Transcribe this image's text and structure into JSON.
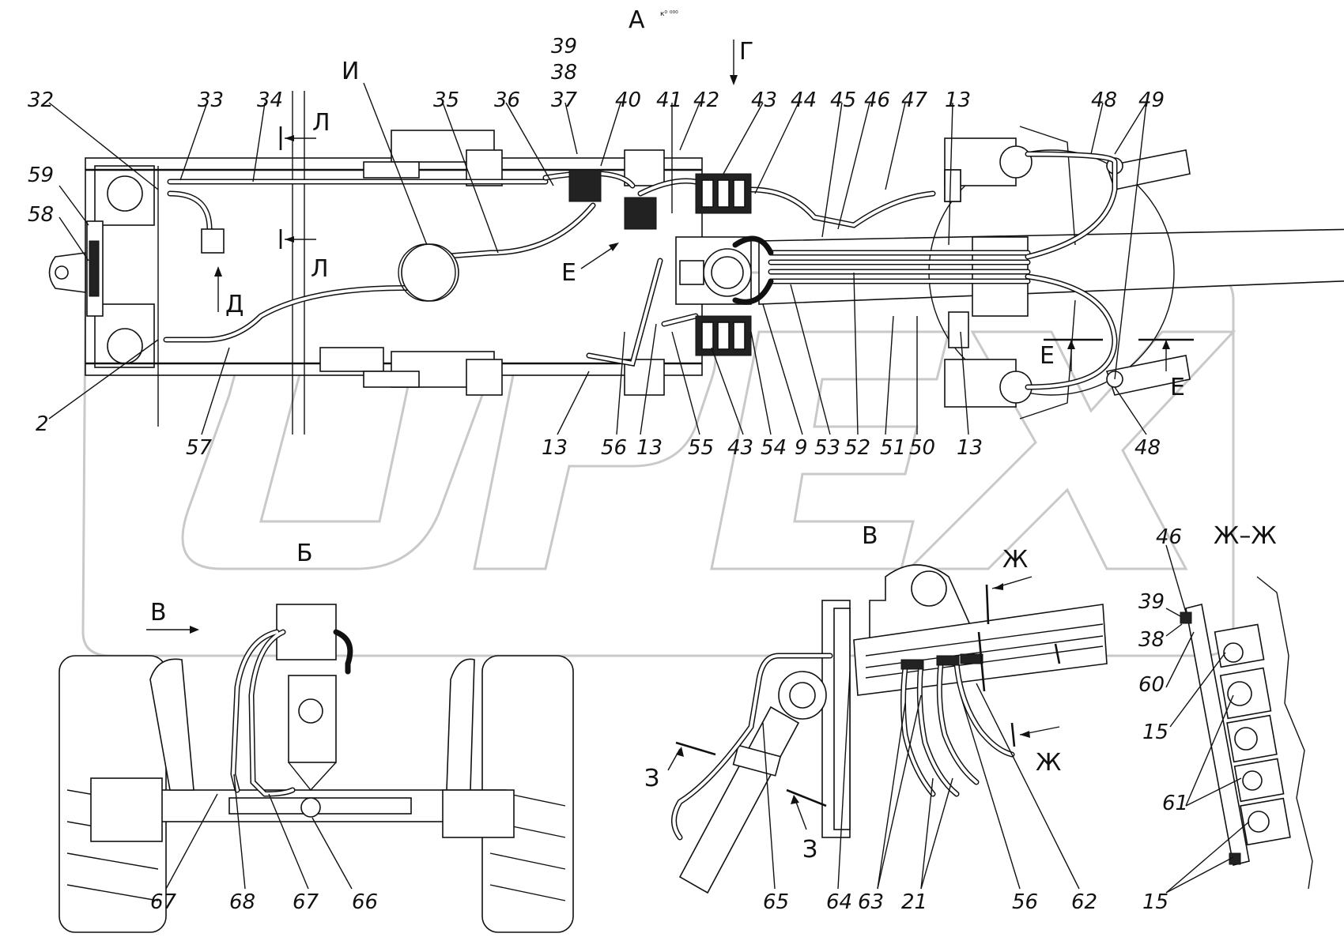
{
  "view_labels": {
    "A": "А",
    "B": "Б",
    "V": "В",
    "G": "Г",
    "D": "Д",
    "E1": "Е",
    "E2": "Е",
    "E3": "Е",
    "I": "И",
    "L1": "Л",
    "L2": "Л",
    "Zh1": "Ж",
    "Zh2": "Ж",
    "Z1": "З",
    "Z2": "З",
    "section_ZhZh": "Ж–Ж",
    "V_arrow": "В"
  },
  "top_callouts": [
    "32",
    "33",
    "34",
    "35",
    "36",
    "37",
    "38",
    "39",
    "40",
    "41",
    "42",
    "43",
    "44",
    "45",
    "46",
    "47",
    "13",
    "48",
    "49"
  ],
  "left_callouts": [
    "59",
    "58",
    "2"
  ],
  "bottom_callouts": [
    "57",
    "13",
    "56",
    "13",
    "55",
    "43",
    "54",
    "9",
    "53",
    "52",
    "51",
    "50",
    "13",
    "48"
  ],
  "view_b_callouts": [
    "67",
    "68",
    "67",
    "66"
  ],
  "view_v_callouts": [
    "65",
    "64",
    "63",
    "21",
    "56",
    "62"
  ],
  "section_callouts": [
    "46",
    "39",
    "38",
    "60",
    "15",
    "61",
    "15"
  ],
  "small_header_text": "к⁰ ⁰⁰⁰",
  "watermark_text": "OPEX",
  "icons": {
    "watermark": "opex-logo-outline",
    "section_arrow": "section-cut-arrow"
  },
  "colors": {
    "ink": "#111111",
    "paper": "#ffffff",
    "watermark": "#c9c9c9"
  }
}
